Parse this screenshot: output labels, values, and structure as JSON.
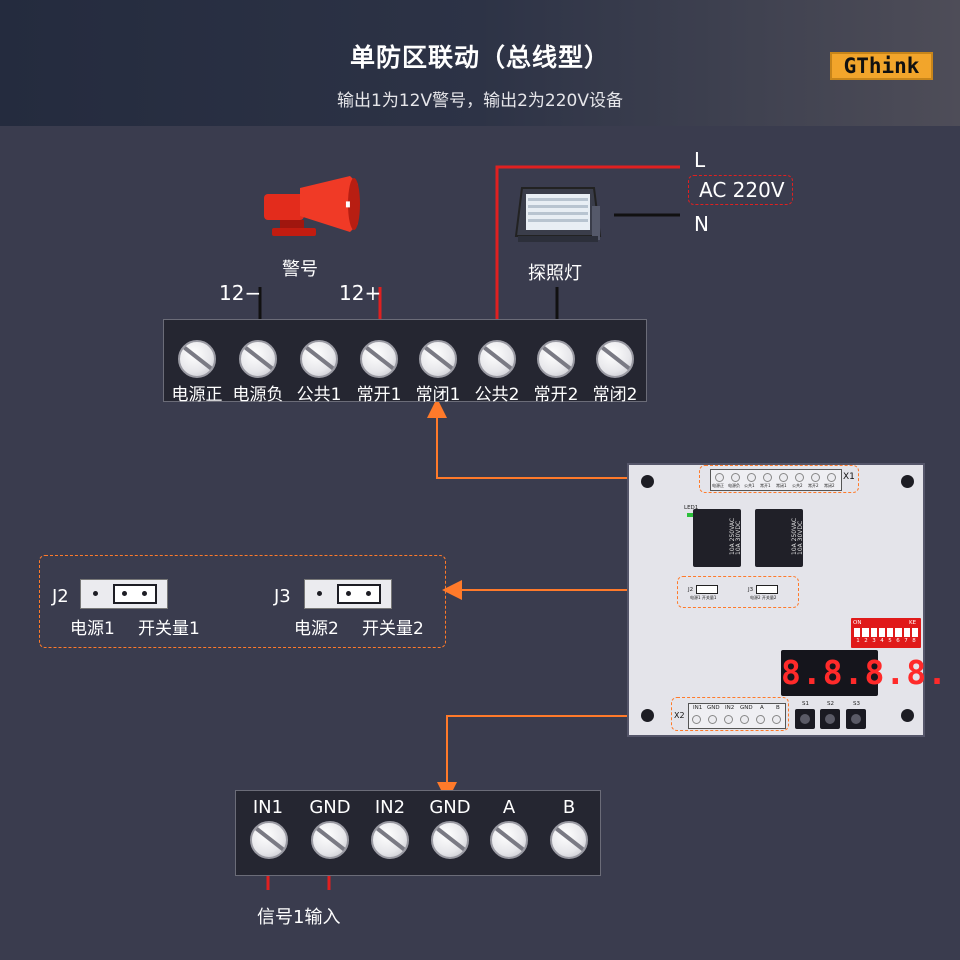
{
  "header": {
    "title": "单防区联动（总线型）",
    "subtitle": "输出1为12V警号，输出2为220V设备",
    "logo": "GThink"
  },
  "devices": {
    "siren_label": "警号",
    "lamp_label": "探照灯",
    "siren_neg": "12−",
    "siren_pos": "12+",
    "power_L": "L",
    "power_ac": "AC 220V",
    "power_N": "N"
  },
  "top_terminal": {
    "labels": [
      "电源正",
      "电源负",
      "公共1",
      "常开1",
      "常闭1",
      "公共2",
      "常开2",
      "常闭2"
    ]
  },
  "jumpers": {
    "j2": "J2",
    "j3": "J3",
    "j2_left": "电源1",
    "j2_right": "开关量1",
    "j3_left": "电源2",
    "j3_right": "开关量2"
  },
  "board": {
    "x1_label": "X1",
    "x2_label": "X2",
    "led_label": "LED1",
    "relay_text": [
      "10A 250VAC",
      "10A 30VDC"
    ],
    "display": "8.8.8.8.",
    "dip_on": "ON",
    "dip_ke": "KE",
    "dip_numbers": [
      "1",
      "2",
      "3",
      "4",
      "5",
      "6",
      "7",
      "8"
    ],
    "buttons": [
      "S1",
      "S2",
      "S3"
    ],
    "x1_mini": [
      "电源正",
      "电源负",
      "公共1",
      "常开1",
      "常闭1",
      "公共2",
      "常开2",
      "常闭2"
    ],
    "x2_mini": [
      "IN1",
      "GND",
      "IN2",
      "GND",
      "A",
      "B"
    ],
    "j2_mini": "J2",
    "j3_mini": "J3",
    "j2_mini_text": "电源1   开关量1",
    "j3_mini_text": "电源2   开关量2"
  },
  "bottom_terminal": {
    "labels": [
      "IN1",
      "GND",
      "IN2",
      "GND",
      "A",
      "B"
    ],
    "signal_label": "信号1输入"
  },
  "colors": {
    "accent_orange": "#ff7a2a",
    "wire_red": "#e02020",
    "wire_black": "#111111",
    "logo_bg": "#f2a52b"
  }
}
